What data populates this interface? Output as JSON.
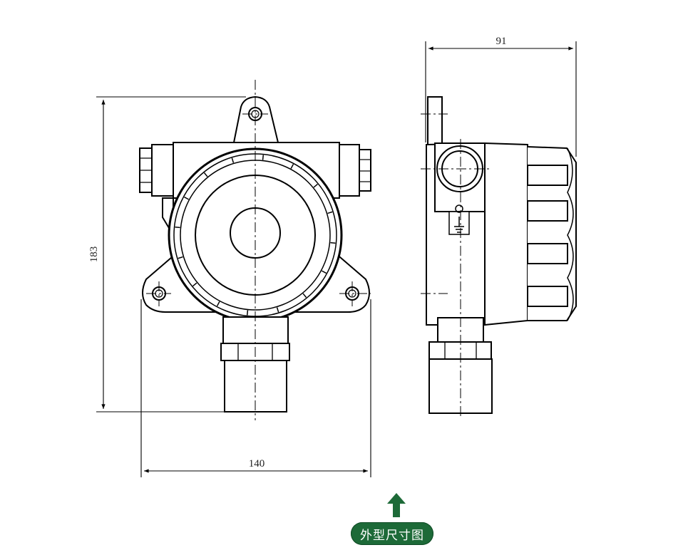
{
  "dimensions": {
    "height": "183",
    "width": "140",
    "depth": "91"
  },
  "caption": {
    "label": "外型尺寸图",
    "color": "#1d6a38"
  },
  "icons": {
    "caption_arrow": "arrow-up-icon",
    "ground_symbol": "ground-icon"
  }
}
